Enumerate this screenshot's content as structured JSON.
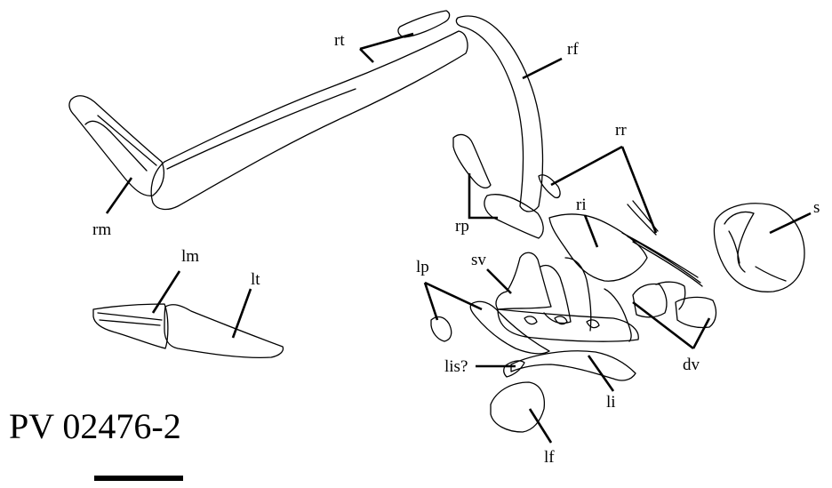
{
  "specimen": "PV 02476-2",
  "labels": {
    "rt": "rt",
    "rf": "rf",
    "rm": "rm",
    "rr": "rr",
    "rp": "rp",
    "ri": "ri",
    "s": "s",
    "lm": "lm",
    "lt": "lt",
    "lp": "lp",
    "sv": "sv",
    "dv": "dv",
    "lis": "lis?",
    "li": "li",
    "lf": "lf"
  }
}
